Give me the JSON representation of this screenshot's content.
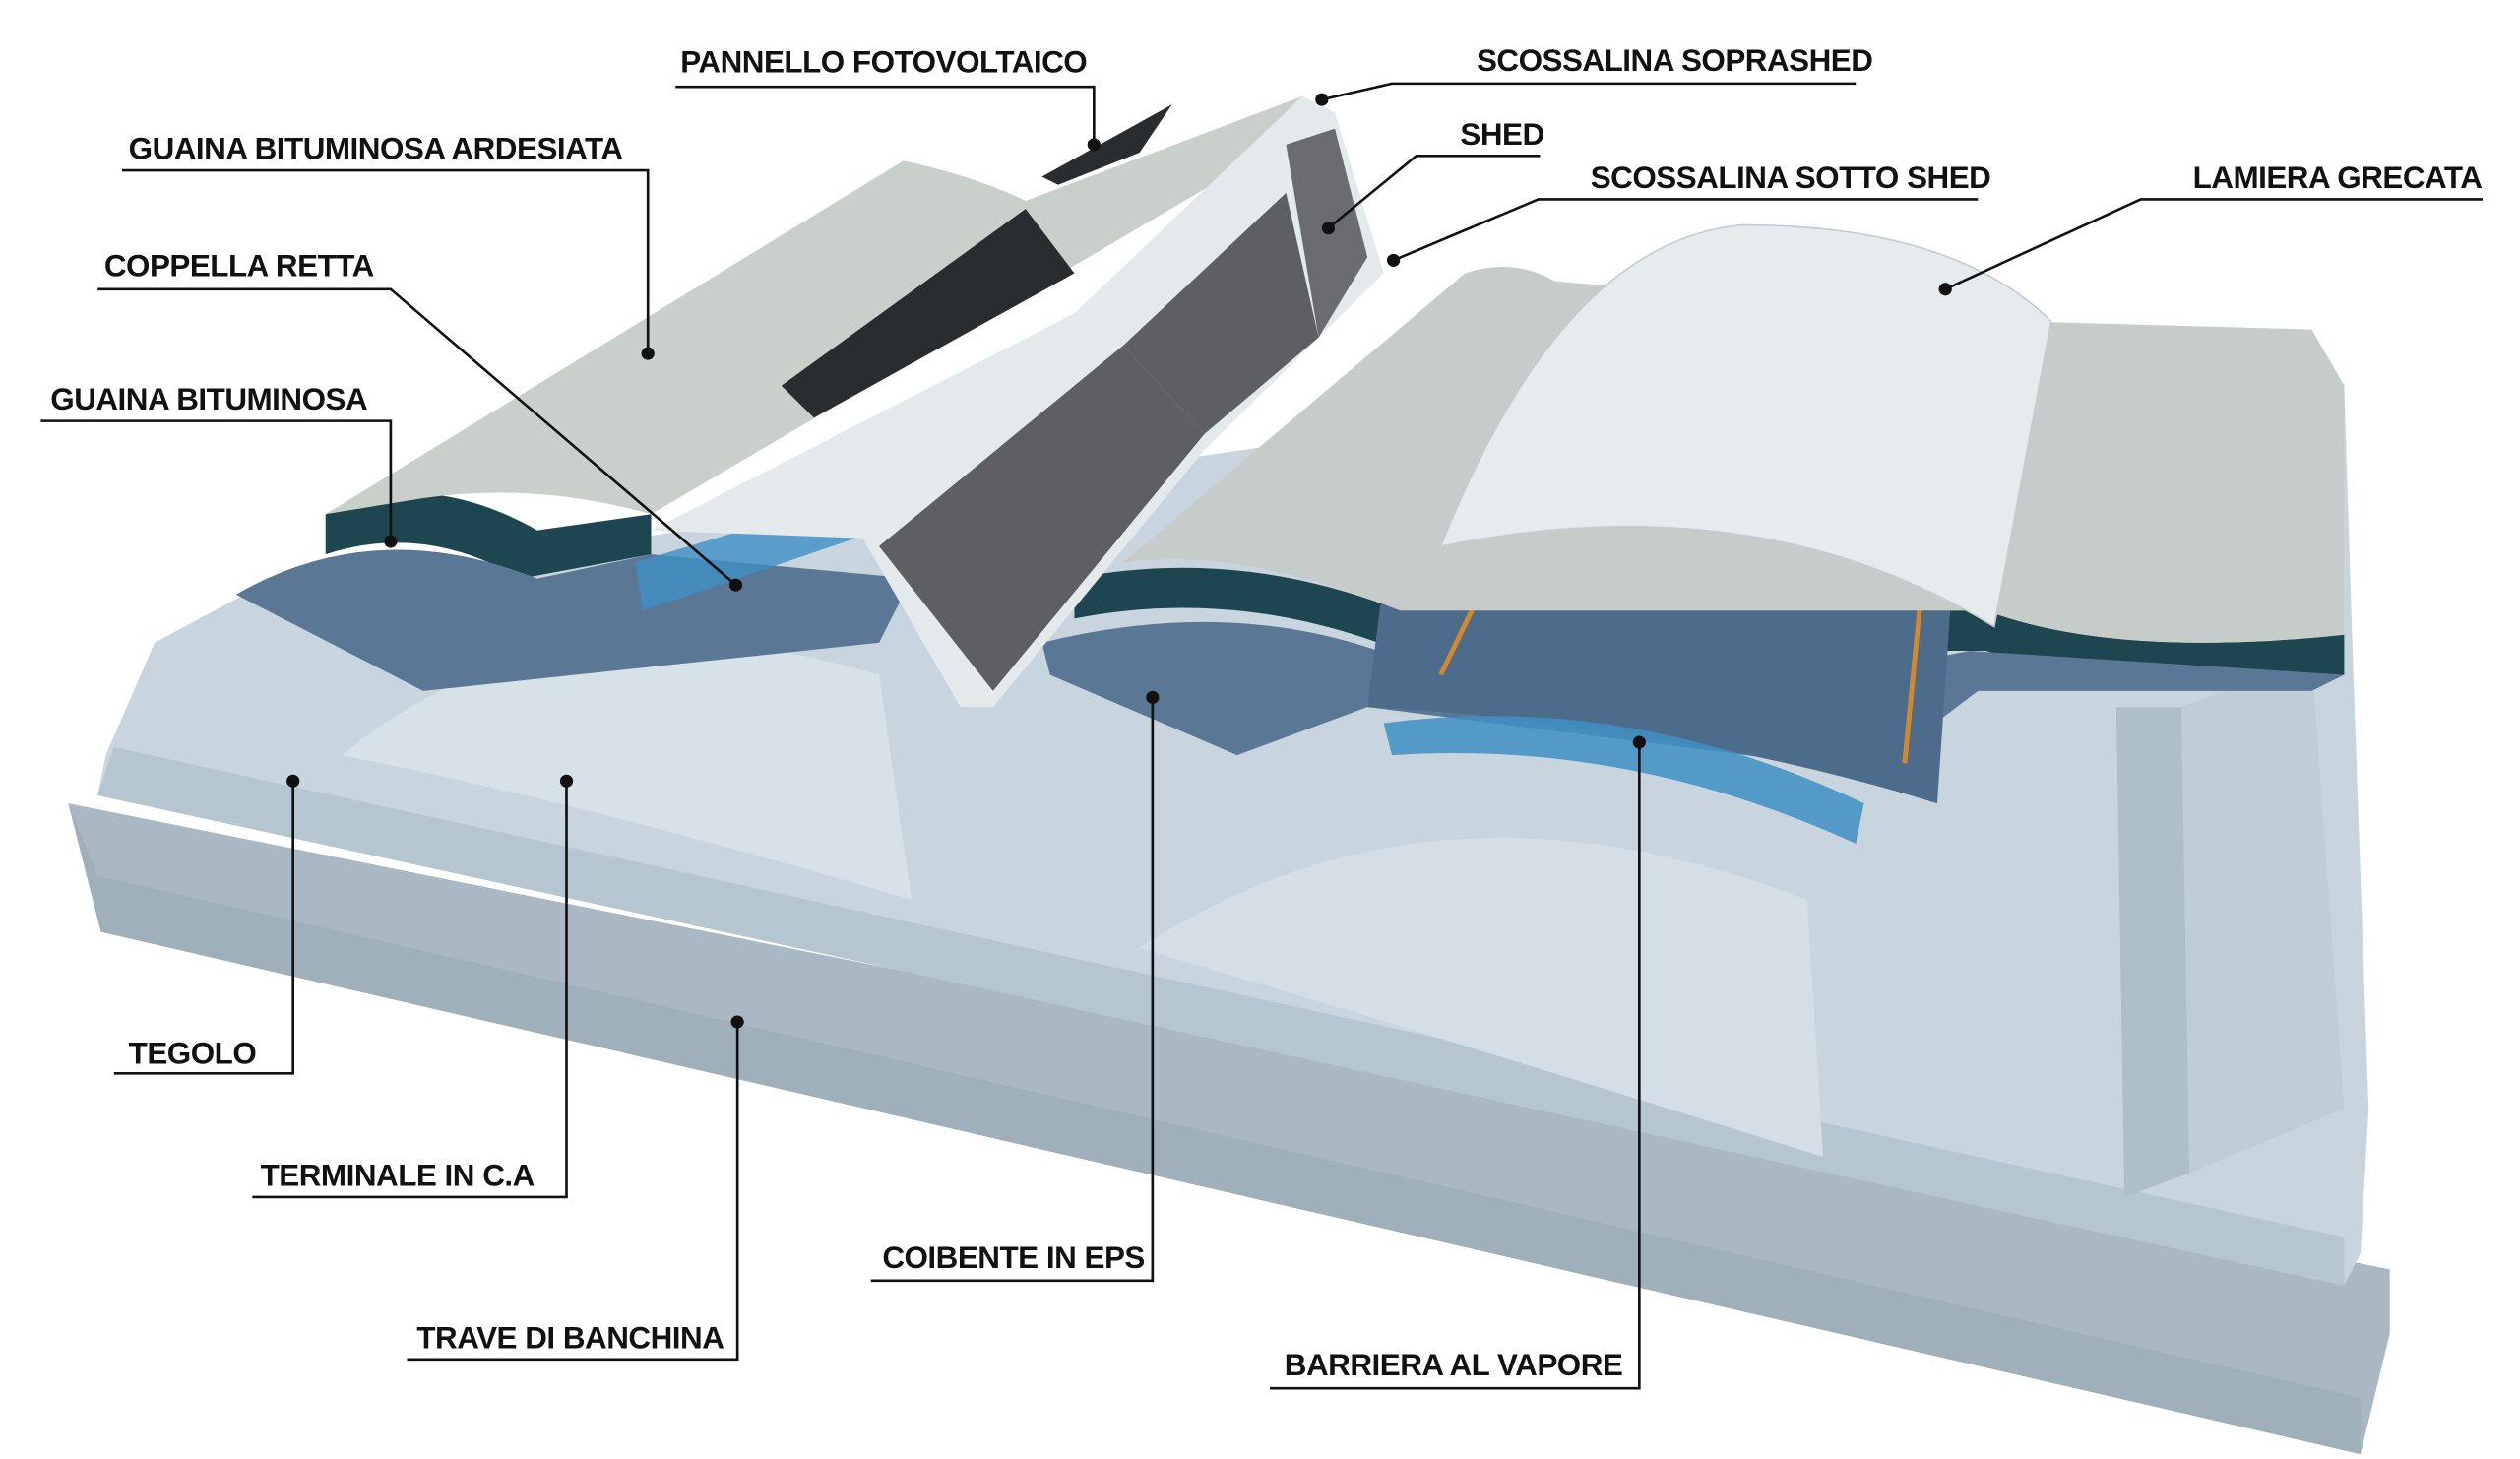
{
  "labels": {
    "pannello_fotovoltaico": "PANNELLO FOTOVOLTAICO",
    "scossalina_soprashed": "SCOSSALINA SOPRASHED",
    "shed": "SHED",
    "scossalina_sotto_shed": "SCOSSALINA SOTTO SHED",
    "lamiera_grecata": "LAMIERA GRECATA",
    "guaina_bituminosa_ardesiata": "GUAINA BITUMINOSA ARDESIATA",
    "coppella_retta": "COPPELLA RETTA",
    "guaina_bituminosa": "GUAINA BITUMINOSA",
    "tegolo": "TEGOLO",
    "terminale_in_ca": "TERMINALE IN C.A",
    "trave_di_banchina": "TRAVE DI BANCHINA",
    "coibente_in_eps": "COIBENTE IN EPS",
    "barriera_al_vapore": "BARRIERA AL VAPORE"
  },
  "colors": {
    "concrete": "#c8d5de",
    "membrane_dark": "#1d4650",
    "insulation": "#5a7896",
    "slate_membrane": "#c9cfcb",
    "glass": "#5d5f62"
  }
}
